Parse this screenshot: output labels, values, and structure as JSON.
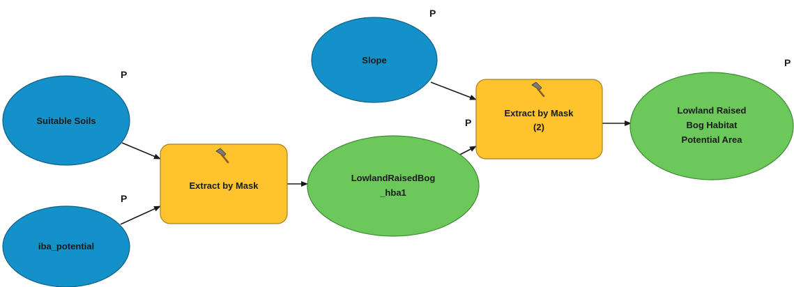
{
  "colors": {
    "input": "#1591c9",
    "input_stroke": "#0d5f86",
    "tool": "#fec32d",
    "tool_stroke": "#a8801f",
    "output": "#6cc85a",
    "output_stroke": "#3e8a33",
    "edge": "#1a1a1a"
  },
  "parameter_marker": "P",
  "nodes": {
    "suitable_soils": {
      "label": [
        "Suitable Soils"
      ],
      "kind": "input"
    },
    "iba_potential": {
      "label": [
        "iba_potential"
      ],
      "kind": "input"
    },
    "slope": {
      "label": [
        "Slope"
      ],
      "kind": "input"
    },
    "extract_by_mask": {
      "label": [
        "Extract by Mask"
      ],
      "kind": "tool",
      "icon": "hammer-icon"
    },
    "extract_by_mask_2": {
      "label": [
        "Extract by Mask",
        "(2)"
      ],
      "kind": "tool",
      "icon": "hammer-icon"
    },
    "lowland_hba1": {
      "label": [
        "LowlandRaisedBog",
        "_hba1"
      ],
      "kind": "output"
    },
    "lowland_final": {
      "label": [
        "Lowland Raised",
        "Bog Habitat",
        "Potential Area"
      ],
      "kind": "output"
    }
  }
}
